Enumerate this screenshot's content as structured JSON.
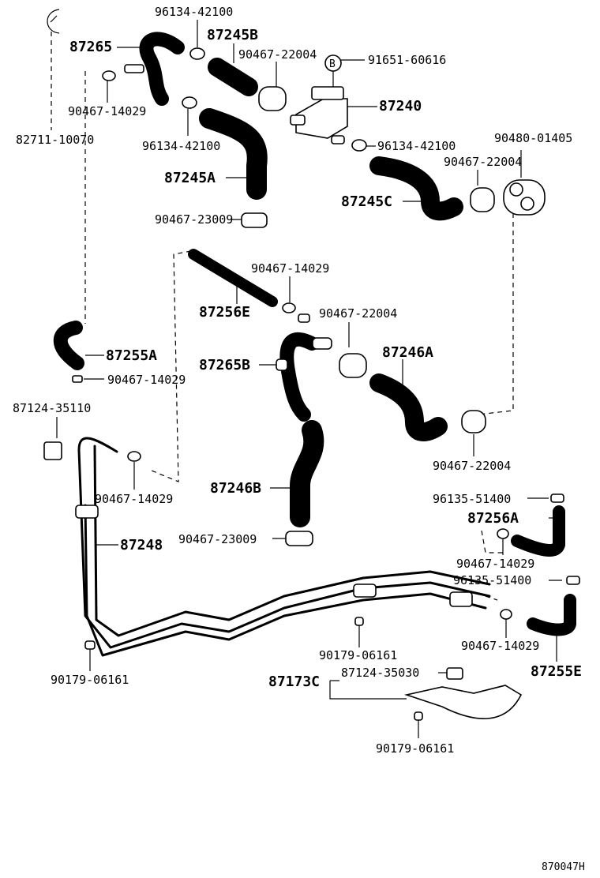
{
  "labels": {
    "l82711_10070": "82711-10070",
    "l87265": "87265",
    "l96134_42100_top": "96134-42100",
    "l87245B": "87245B",
    "l90467_22004_top": "90467-22004",
    "l91651_60616": "91651-60616",
    "lB": "B",
    "l87240": "87240",
    "l90467_14029_a": "90467-14029",
    "l96134_42100_mid": "96134-42100",
    "l96134_42100_right": "96134-42100",
    "l90480_01405": "90480-01405",
    "l90467_22004_right": "90467-22004",
    "l87245A": "87245A",
    "l87245C": "87245C",
    "l90467_23009_a": "90467-23009",
    "l90467_14029_b": "90467-14029",
    "l87256E": "87256E",
    "l90467_22004_mid": "90467-22004",
    "l87255A": "87255A",
    "l87246A": "87246A",
    "l87265B": "87265B",
    "l90467_14029_c": "90467-14029",
    "l87124_35110": "87124-35110",
    "l90467_22004_low": "90467-22004",
    "l87246B": "87246B",
    "l90467_14029_d": "90467-14029",
    "l96135_51400_a": "96135-51400",
    "l87256A": "87256A",
    "l87248": "87248",
    "l90467_23009_b": "90467-23009",
    "l90467_14029_e": "90467-14029",
    "l96135_51400_b": "96135-51400",
    "l90179_06161_mid": "90179-06161",
    "l90467_14029_f": "90467-14029",
    "l90179_06161_left": "90179-06161",
    "l87173C": "87173C",
    "l87124_35030": "87124-35030",
    "l87255E": "87255E",
    "l90179_06161_bottom": "90179-06161",
    "ref_code": "870047H"
  }
}
